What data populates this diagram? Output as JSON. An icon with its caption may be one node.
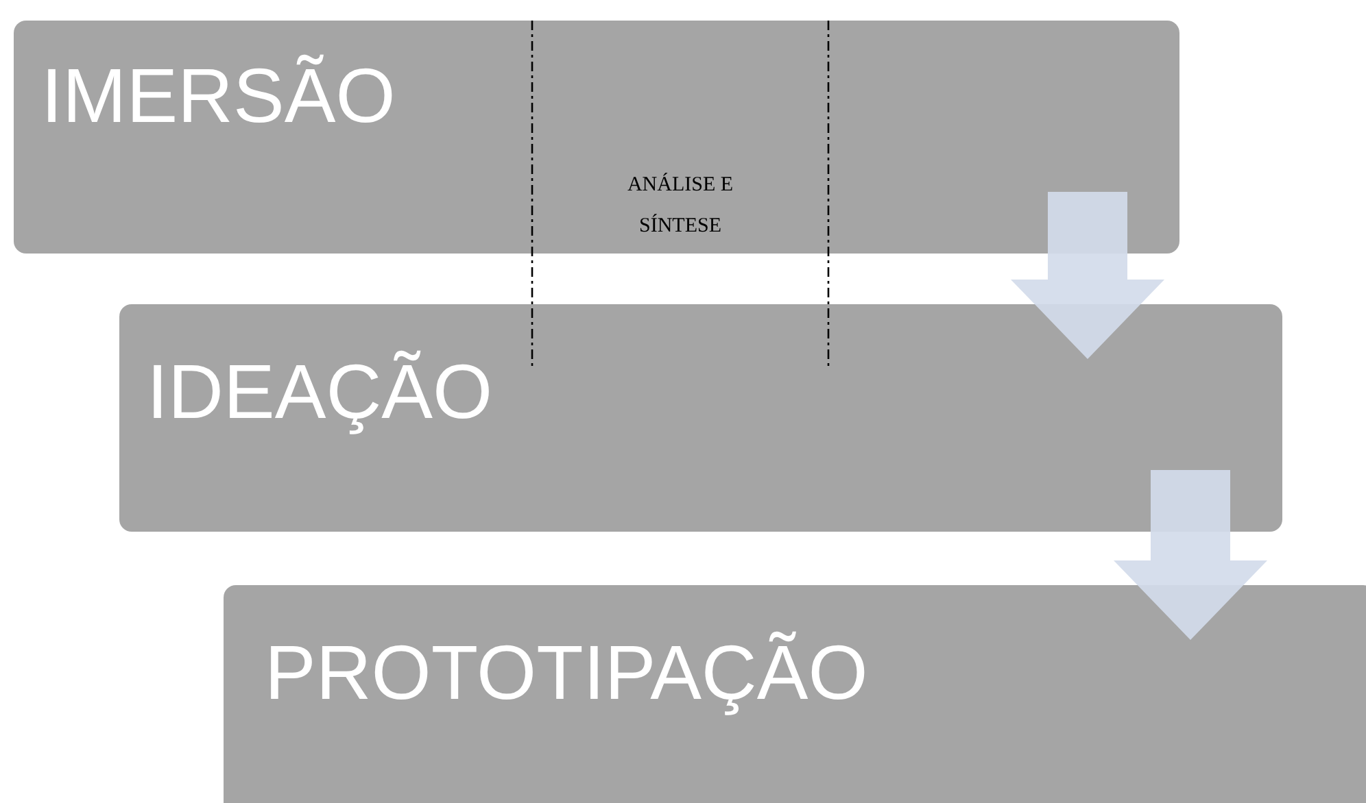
{
  "diagram": {
    "nodes": [
      {
        "text": [
          "IMERSÃO"
        ]
      },
      {
        "text": [
          "IDEAÇÃO"
        ]
      },
      {
        "text": [
          "PROTOTIPAÇÃO"
        ]
      }
    ],
    "edges": [
      {
        "from": 0,
        "to": 1,
        "arrow": "to"
      },
      {
        "from": 1,
        "to": 2,
        "arrow": "to"
      }
    ],
    "labels": [
      "ANÁLISE E SÍNTESE"
    ]
  }
}
